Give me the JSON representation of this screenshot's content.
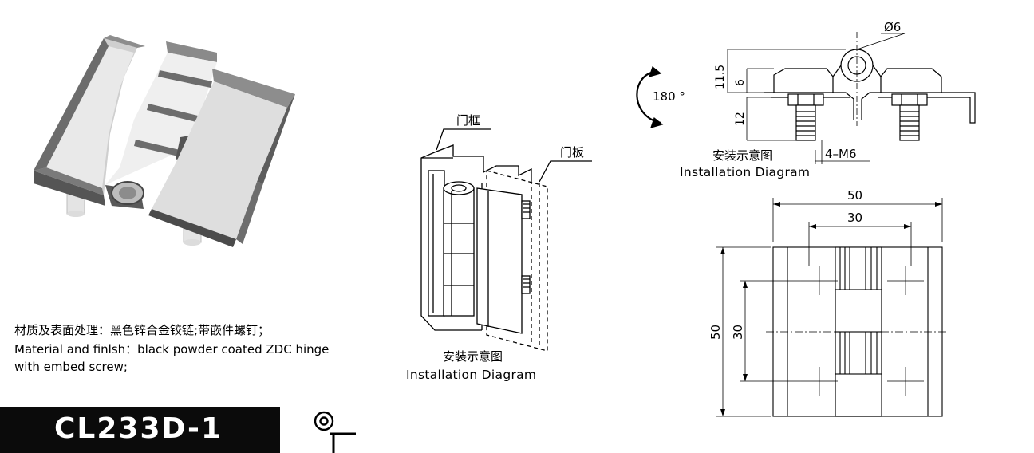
{
  "material_cn": "材质及表面处理：黑色锌合金铰链;带嵌件螺钉；",
  "material_en_line1": "Material and finlsh：black powder coated ZDC hinge",
  "material_en_line2": "with embed screw;",
  "model_code": "CL233D-1",
  "middle": {
    "door_frame_label": "门框",
    "door_panel_label": "门板",
    "caption_cn": "安装示意图",
    "caption_en": "Installation Diagram"
  },
  "top_right": {
    "rotation_label": "180 °",
    "dia_label": "Ø6",
    "dim_11_5": "11.5",
    "dim_6": "6",
    "dim_12": "12",
    "screw_label": "4–M6",
    "caption_cn": "安装示意图",
    "caption_en": "Installation Diagram"
  },
  "bottom_right": {
    "width_overall": "50",
    "width_inner": "30",
    "height_overall": "50",
    "height_inner": "30"
  }
}
